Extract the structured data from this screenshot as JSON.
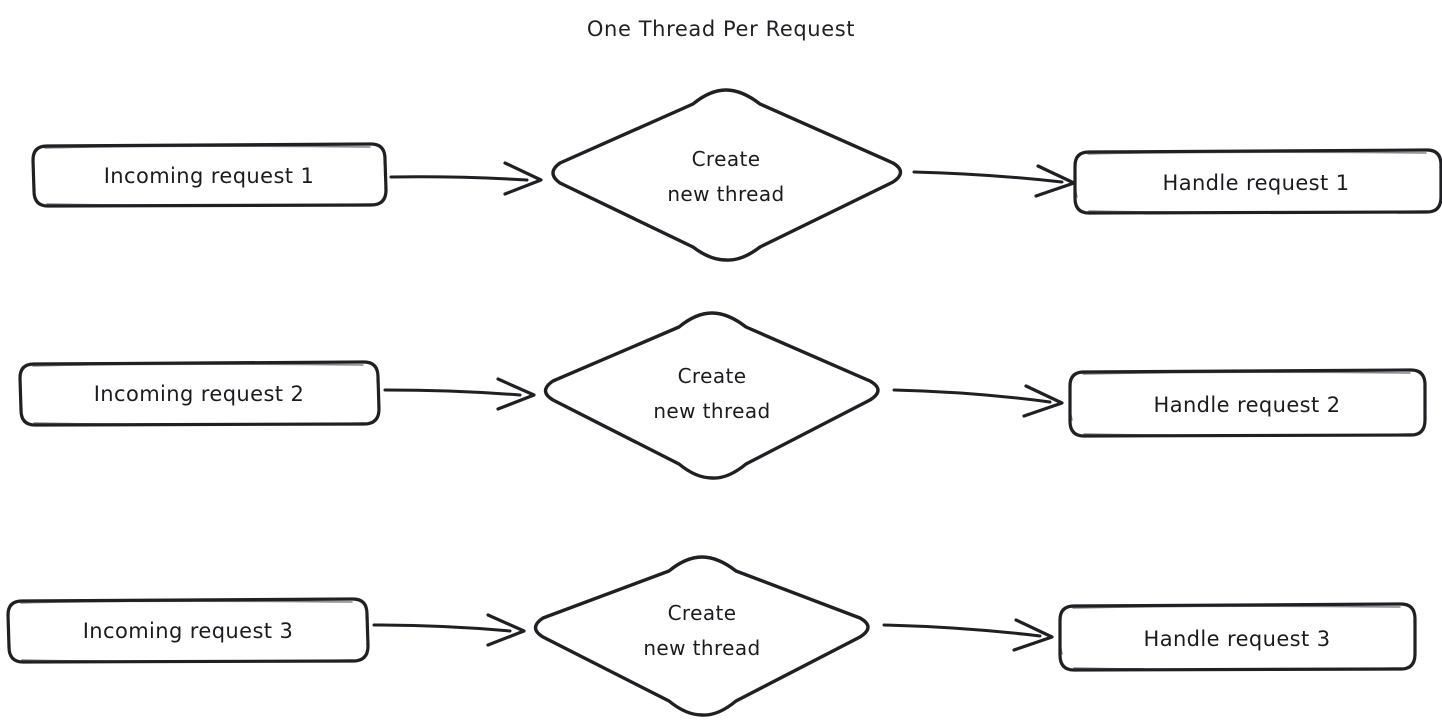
{
  "diagram": {
    "title": "One Thread Per Request",
    "type": "flowchart",
    "direction": "left-to-right",
    "background_color": "#ffffff",
    "style": "hand-drawn",
    "colors": {
      "request_fill": "#fbe79f",
      "request_stroke": "#1f2023",
      "decision_fill": "#eceff1",
      "decision_stroke": "#1f2023",
      "handle_fill": "#a8e9b6",
      "handle_stroke": "#1f2023",
      "arrow": "#1f2023",
      "text": "#1b1c1f"
    },
    "rows": [
      {
        "index": 1,
        "source": {
          "label": "Incoming request 1",
          "shape": "rounded-rect",
          "fill": "#fbe79f"
        },
        "decision": {
          "label_line_1": "Create",
          "label_line_2": "new thread",
          "shape": "diamond",
          "fill": "#eceff1"
        },
        "target": {
          "label": "Handle request 1",
          "shape": "rounded-rect",
          "fill": "#a8e9b6"
        }
      },
      {
        "index": 2,
        "source": {
          "label": "Incoming request 2",
          "shape": "rounded-rect",
          "fill": "#fbe79f"
        },
        "decision": {
          "label_line_1": "Create",
          "label_line_2": "new thread",
          "shape": "diamond",
          "fill": "#eceff1"
        },
        "target": {
          "label": "Handle request 2",
          "shape": "rounded-rect",
          "fill": "#a8e9b6"
        }
      },
      {
        "index": 3,
        "source": {
          "label": "Incoming request 3",
          "shape": "rounded-rect",
          "fill": "#fbe79f"
        },
        "decision": {
          "label_line_1": "Create",
          "label_line_2": "new thread",
          "shape": "diamond",
          "fill": "#eceff1"
        },
        "target": {
          "label": "Handle request 3",
          "shape": "rounded-rect",
          "fill": "#a8e9b6"
        }
      }
    ]
  }
}
